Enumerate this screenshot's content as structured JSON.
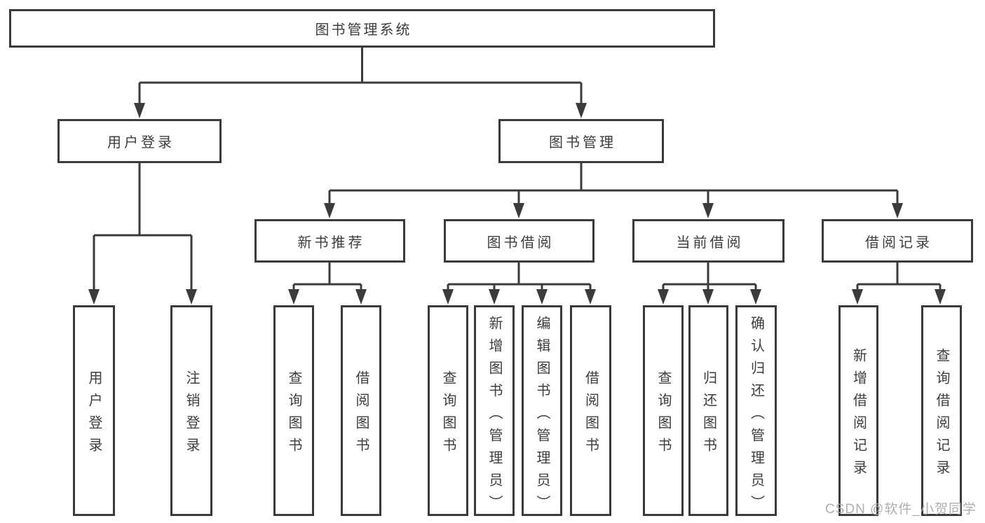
{
  "title": "图书管理系统",
  "colors": {
    "line": "#3b3b3b",
    "border": "#3b3b3b",
    "text": "#3d3d3d",
    "box_background": "#ffffff",
    "page_background": "#ffffff",
    "watermark": "#a8a8a8"
  },
  "watermark": "CSDN @软件_小贺同学",
  "tree": {
    "root": {
      "label": "图书管理系统",
      "children": [
        {
          "label": "用户登录",
          "children": [
            {
              "label": "用户登录"
            },
            {
              "label": "注销登录"
            }
          ]
        },
        {
          "label": "图书管理",
          "children": [
            {
              "label": "新书推荐",
              "children": [
                {
                  "label": "查询图书"
                },
                {
                  "label": "借阅图书"
                }
              ]
            },
            {
              "label": "图书借阅",
              "children": [
                {
                  "label": "查询图书"
                },
                {
                  "label": "新增图书（管理员）"
                },
                {
                  "label": "编辑图书（管理员）"
                },
                {
                  "label": "借阅图书"
                }
              ]
            },
            {
              "label": "当前借阅",
              "children": [
                {
                  "label": "查询图书"
                },
                {
                  "label": "归还图书"
                },
                {
                  "label": "确认归还（管理员）"
                }
              ]
            },
            {
              "label": "借阅记录",
              "children": [
                {
                  "label": "新增借阅记录"
                },
                {
                  "label": "查询借阅记录"
                }
              ]
            }
          ]
        }
      ]
    }
  }
}
